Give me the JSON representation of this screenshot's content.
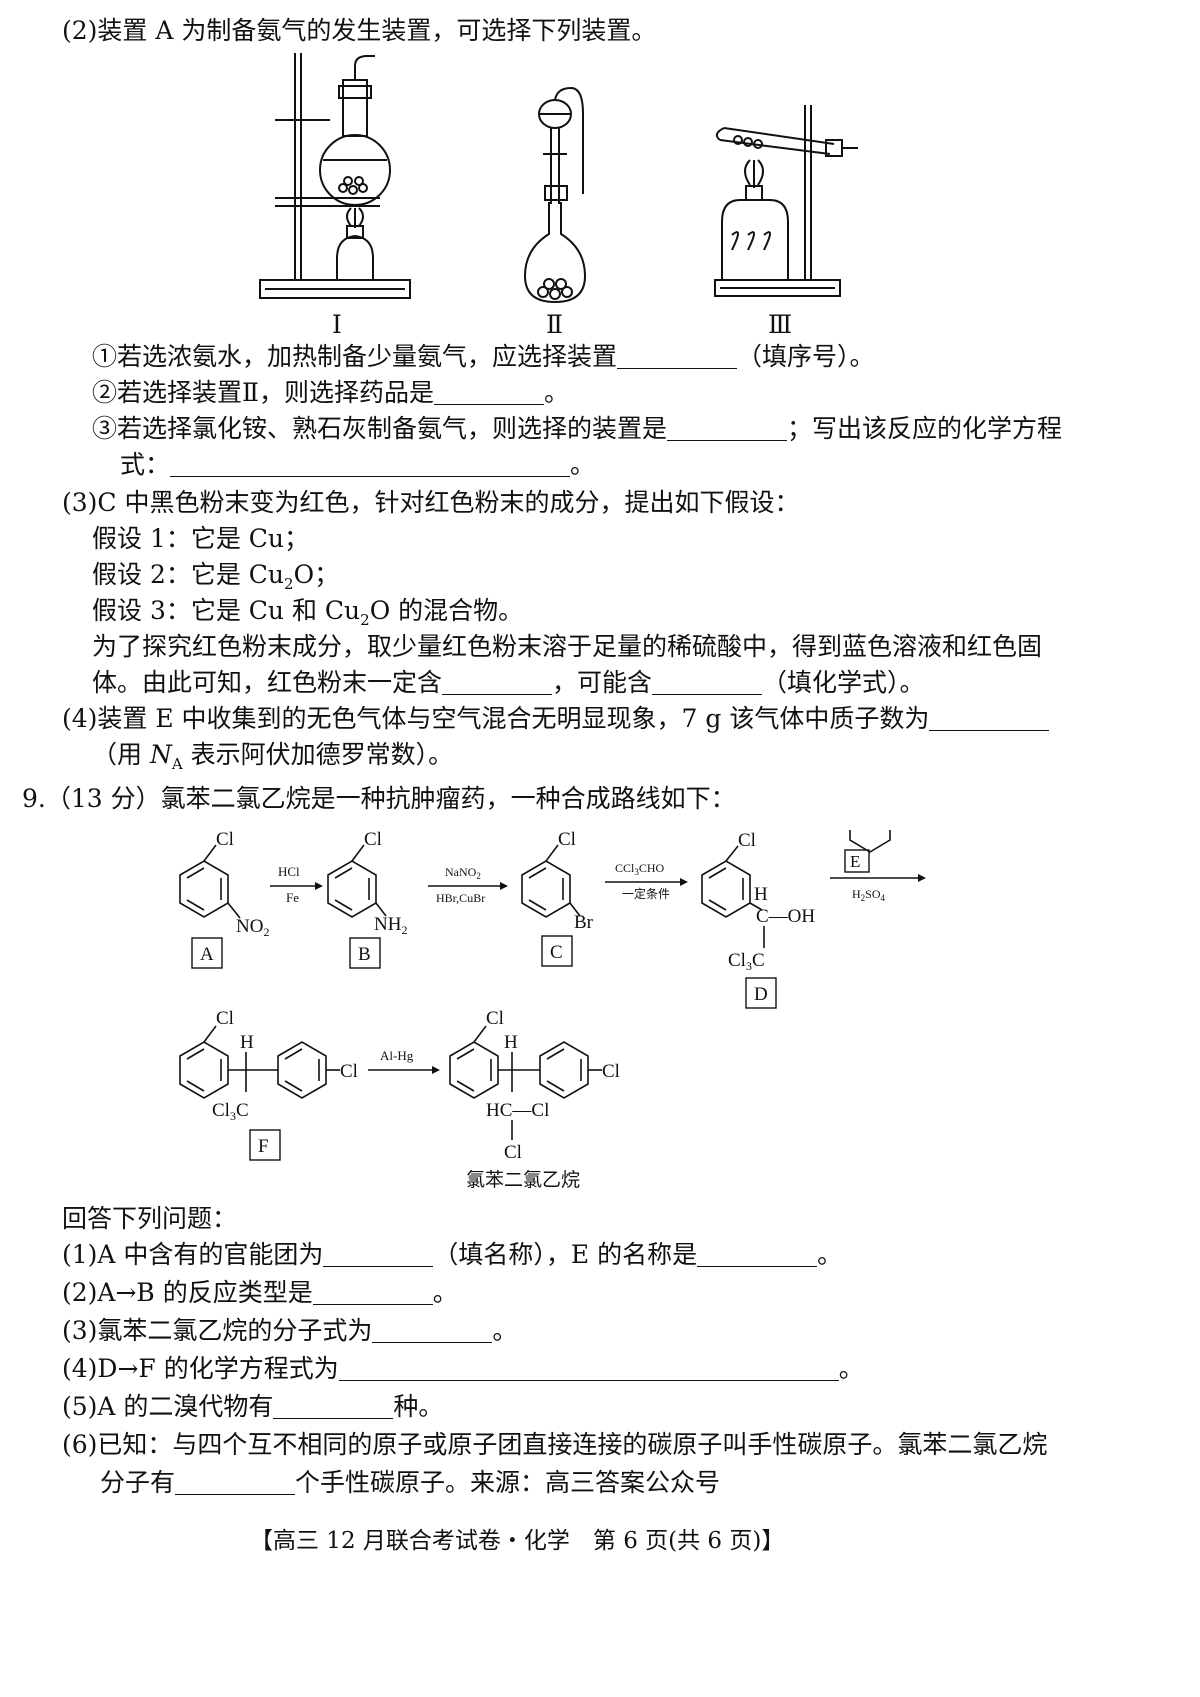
{
  "q2": {
    "intro": "(2)装置 A 为制备氨气的发生装置，可选择下列装置。",
    "labels": [
      "Ⅰ",
      "Ⅱ",
      "Ⅲ"
    ],
    "i1a": "①若选浓氨水，加热制备少量氨气，应选择装置",
    "i1b": "（填序号）。",
    "i2a": "②若选择装置Ⅱ，则选择药品是",
    "i2b": "。",
    "i3a": "③若选择氯化铵、熟石灰制备氨气，则选择的装置是",
    "i3b": "；写出该反应的化学方程",
    "i3c": "式：",
    "i3d": "。"
  },
  "q3": {
    "intro": "(3)C 中黑色粉末变为红色，针对红色粉末的成分，提出如下假设：",
    "h1": "假设 1：它是 Cu；",
    "h2a": "假设 2：它是 Cu",
    "h2sub": "2",
    "h2b": "O；",
    "h3a": "假设 3：它是 Cu 和 Cu",
    "h3sub": "2",
    "h3b": "O 的混合物。",
    "p1": "为了探究红色粉末成分，取少量红色粉末溶于足量的稀硫酸中，得到蓝色溶液和红色固",
    "p2a": "体。由此可知，红色粉末一定含",
    "p2b": "，可能含",
    "p2c": "（填化学式）。"
  },
  "q4": {
    "a": "(4)装置 E 中收集到的无色气体与空气混合无明显现象，7 g 该气体中质子数为",
    "b1": "（用 ",
    "b2": "N",
    "b3": "A",
    "b4": " 表示阿伏加德罗常数）。"
  },
  "q9": {
    "header": "9.（13 分）氯苯二氯乙烷是一种抗肿瘤药，一种合成路线如下：",
    "cl": "Cl",
    "no2": "NO",
    "no2sub": "2",
    "nh2": "NH",
    "nh2sub": "2",
    "br": "Br",
    "oh": "C—OH",
    "h": "H",
    "cl3c": "Cl",
    "cl3csub": "3",
    "cl3cc": "C",
    "boxA": "A",
    "boxB": "B",
    "boxC": "C",
    "boxD": "D",
    "boxE": "E",
    "boxF": "F",
    "r1a": "HCl",
    "r1b": "Fe",
    "r2a": "NaNO",
    "r2asub": "2",
    "r2b": "HBr,CuBr",
    "r3a": "CCl",
    "r3asub": "3",
    "r3ab": "CHO",
    "r3b": "一定条件",
    "r4": "H",
    "r4sub": "2",
    "r4b": "SO",
    "r4bsub": "4",
    "r5": "Al-Hg",
    "hccl": "HC—Cl",
    "product_name": "氯苯二氯乙烷"
  },
  "answers": {
    "title": "回答下列问题：",
    "a1a": "(1)A 中含有的官能团为",
    "a1b": "（填名称），E 的名称是",
    "a1c": "。",
    "a2a": "(2)A→B 的反应类型是",
    "a2b": "。",
    "a3a": "(3)氯苯二氯乙烷的分子式为",
    "a3b": "。",
    "a4a": "(4)D→F 的化学方程式为",
    "a4b": "。",
    "a5a": "(5)A 的二溴代物有",
    "a5b": "种。",
    "a6a": "(6)已知：与四个互不相同的原子或原子团直接连接的碳原子叫手性碳原子。氯苯二氯乙烷",
    "a6b": "分子有",
    "a6c": "个手性碳原子。来源：高三答案公众号"
  },
  "footer": "【高三 12 月联合考试卷・化学　第 6 页(共 6 页)】"
}
